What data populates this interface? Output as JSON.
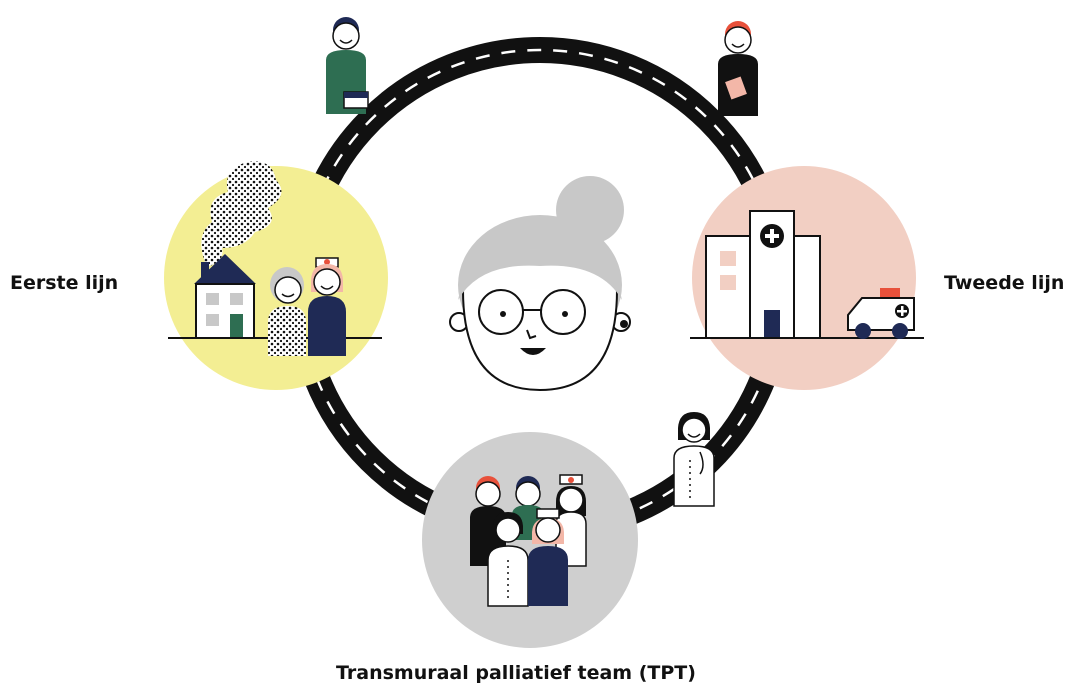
{
  "labels": {
    "left": "Eerste lijn",
    "right": "Tweede lijn",
    "bottom": "Transmuraal palliatief team (TPT)"
  },
  "colors": {
    "road": "#111111",
    "road_dash": "#ffffff",
    "first_line_circle": "#f3ee93",
    "second_line_circle": "#f2cfc3",
    "tpt_circle": "#cfcfcf",
    "hair_grey": "#c8c8c8",
    "navy": "#1f2a55",
    "green": "#2e6e52",
    "red": "#e8513b",
    "pink": "#f3b7a8"
  }
}
